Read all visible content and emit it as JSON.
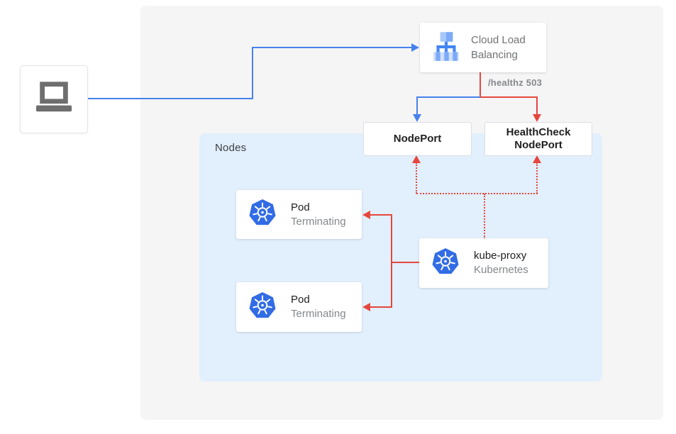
{
  "diagram": {
    "client": {
      "icon": "laptop-icon"
    },
    "load_balancer": {
      "label": "Cloud Load Balancing",
      "icon": "cloud-load-balancing-icon"
    },
    "healthz": {
      "label": "/healthz 503"
    },
    "nodeport": {
      "label": "NodePort"
    },
    "hc_nodeport": {
      "label": "HealthCheck NodePort"
    },
    "nodes": {
      "label": "Nodes"
    },
    "pods": [
      {
        "title": "Pod",
        "subtitle": "Terminating",
        "icon": "kubernetes-icon"
      },
      {
        "title": "Pod",
        "subtitle": "Terminating",
        "icon": "kubernetes-icon"
      }
    ],
    "kube_proxy": {
      "title": "kube-proxy",
      "subtitle": "Kubernetes",
      "icon": "kubernetes-icon"
    },
    "colors": {
      "blue": "#4782ec",
      "red": "#e5473e",
      "panel_gray": "#f5f5f6",
      "panel_blue": "#e2effc",
      "kubernetes_blue": "#326ce5",
      "title_text": "#1f1f1f",
      "muted_text": "#84888c"
    }
  }
}
